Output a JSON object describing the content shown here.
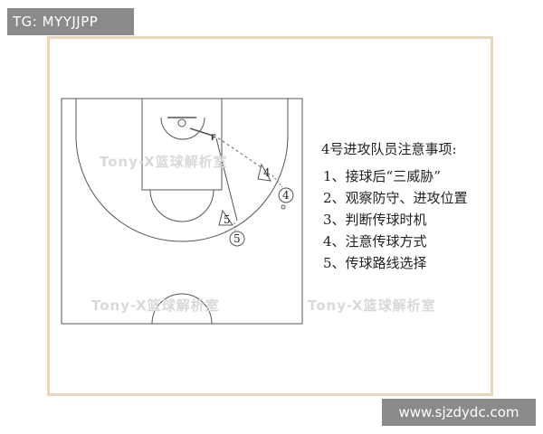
{
  "header": {
    "tg_label": "TG: MYYJJPP"
  },
  "footer": {
    "site_url": "www.sjzdydc.com"
  },
  "diagram": {
    "player_labels": [
      "4",
      "5",
      "4",
      "5"
    ],
    "notes_title": "4号进攻队员注意事项:",
    "notes": [
      "1、接球后“三威胁”",
      "2、观察防守、进攻位置",
      "3、判断传球时机",
      "4、注意传球方式",
      "5、传球路线选择"
    ],
    "watermark": "Tony-X篮球解析室"
  },
  "colors": {
    "frame": "#e6d8bf",
    "lines": "#555555",
    "badge": "#8a8a8a"
  }
}
